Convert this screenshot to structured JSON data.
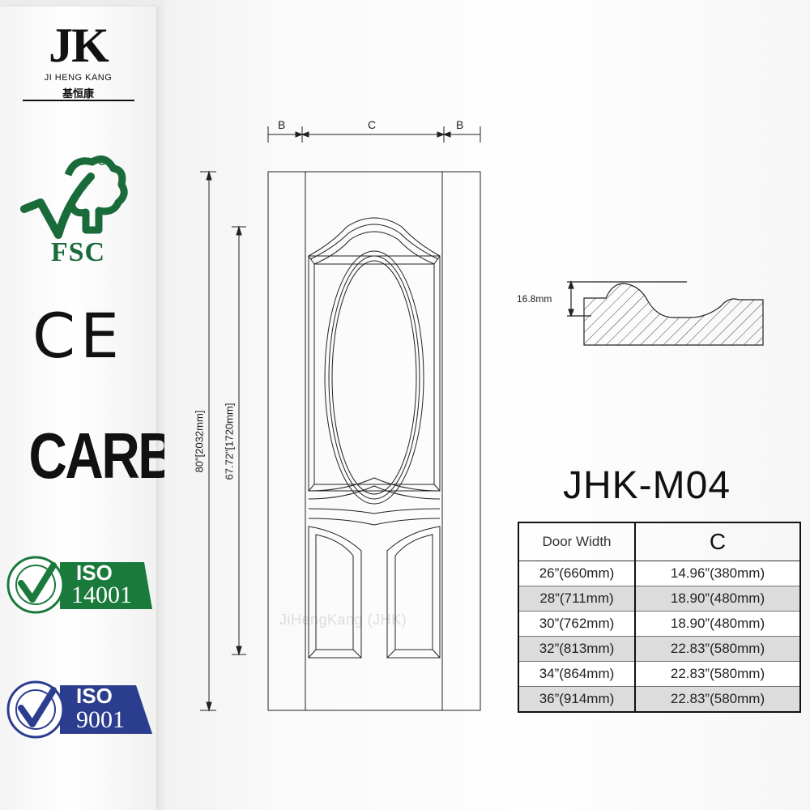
{
  "brand": {
    "logo": "JK",
    "name_en": "JI HENG KANG",
    "name_cn": "基恒康"
  },
  "certifications": {
    "fsc": "FSC",
    "ce": "CE",
    "carb": "CARB",
    "iso14001": {
      "label": "ISO",
      "number": "14001"
    },
    "iso9001": {
      "label": "ISO",
      "number": "9001"
    }
  },
  "drawing": {
    "dim_b_left": "B",
    "dim_c": "C",
    "dim_b_right": "B",
    "total_height": "80\"[2032mm]",
    "panel_height": "67.72\"[1720mm]",
    "profile_depth": "16.8mm",
    "watermark": "JiHengKang (JHK)"
  },
  "model": "JHK-M04",
  "table": {
    "headers": [
      "Door Width",
      "C"
    ],
    "rows": [
      [
        "26”(660mm)",
        "14.96”(380mm)"
      ],
      [
        "28”(711mm)",
        "18.90”(480mm)"
      ],
      [
        "30”(762mm)",
        "18.90”(480mm)"
      ],
      [
        "32”(813mm)",
        "22.83”(580mm)"
      ],
      [
        "34”(864mm)",
        "22.83”(580mm)"
      ],
      [
        "36”(914mm)",
        "22.83”(580mm)"
      ]
    ]
  },
  "colors": {
    "fsc_green": "#1a6b3a",
    "iso_green": "#1a7a3c",
    "iso_blue": "#2b3d8f"
  }
}
